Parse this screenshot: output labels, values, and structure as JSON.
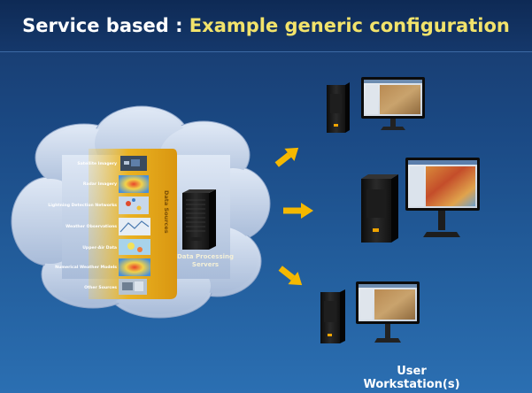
{
  "title": {
    "prefix": "Service based : ",
    "highlight": "Example generic configuration"
  },
  "cloud": {
    "panel_label": "Data Sources",
    "sources": [
      "Satellite Imagery",
      "Radar Imagery",
      "Lightning Detection Networks",
      "Weather Observations",
      "Upper-Air Data",
      "Numerical Weather Models",
      "Other Sources"
    ]
  },
  "servers": {
    "caption": "Data Processing Servers"
  },
  "workstations": {
    "caption": "User Workstation(s)",
    "count": 3
  },
  "colors": {
    "background_top": "#17386a",
    "background_bottom": "#2b6fb2",
    "title_highlight": "#f2e36b",
    "arrow": "#f5b800",
    "data_panel": "#e8a812",
    "cloud": "#c9d6ea"
  },
  "icons": [
    "cloud-icon",
    "server-tower-icon",
    "monitor-icon",
    "arrow-icon"
  ]
}
